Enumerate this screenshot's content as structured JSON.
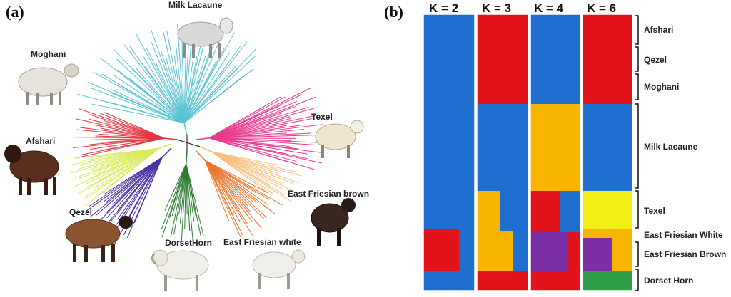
{
  "panel_a": {
    "tag": "(a)",
    "breeds": [
      {
        "name": "Milk Lacaune",
        "color": "#5bc3d3"
      },
      {
        "name": "Moghani",
        "color": "#e8343f"
      },
      {
        "name": "Afshari",
        "color": "#d9ea5c"
      },
      {
        "name": "Qezel",
        "color": "#4b2fa2"
      },
      {
        "name": "Texel",
        "color": "#e83b8e"
      },
      {
        "name": "East Friesian brown",
        "color": "#f7c07a"
      },
      {
        "name": "East Friesian white",
        "color": "#e9742a"
      },
      {
        "name": "DorsetHorn",
        "color": "#2e7d32"
      }
    ]
  },
  "panel_b": {
    "tag": "(b)",
    "k_values": [
      "K = 2",
      "K = 3",
      "K = 4",
      "K = 6"
    ],
    "groups": [
      "Afshari",
      "Qezel",
      "Moghani",
      "Milk Lacaune",
      "Texel",
      "East Friesian White",
      "East Friesian Brown",
      "Dorset Horn"
    ],
    "colors": {
      "blue": "#1f6fd1",
      "red": "#e3131b",
      "orange": "#f7b500",
      "purple": "#7b2fa6",
      "yellow": "#f3ee13",
      "green": "#2fa04a"
    }
  }
}
